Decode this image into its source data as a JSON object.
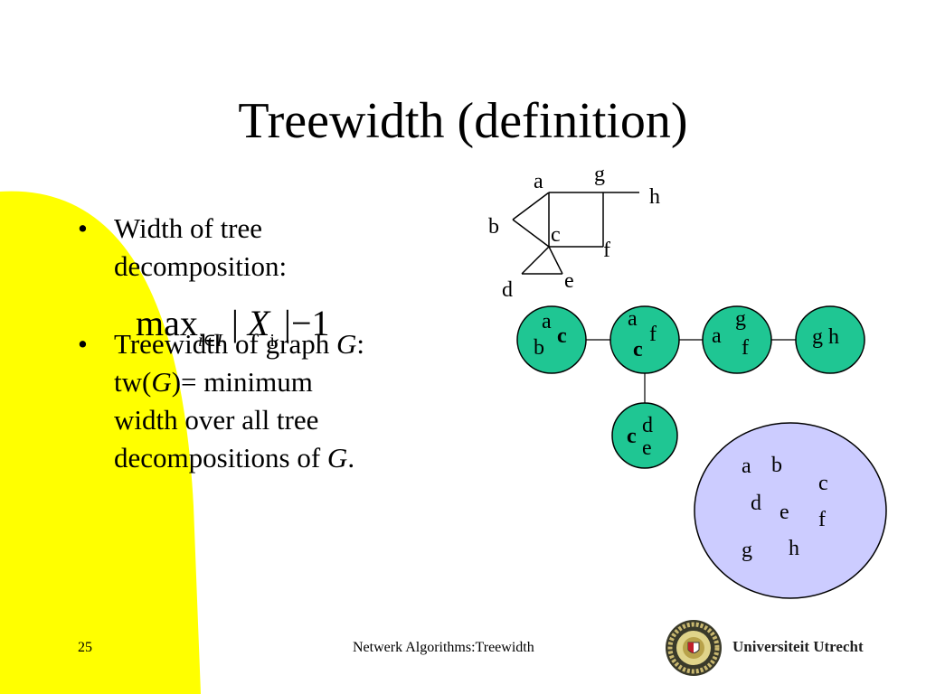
{
  "slide": {
    "title": "Treewidth (definition)",
    "page_number": "25",
    "footer_title": "Netwerk Algorithms:Treewidth",
    "institution": "Universiteit Utrecht"
  },
  "bullets": {
    "b1_line1": "Width of tree",
    "b1_line2": "decomposition:",
    "formula": {
      "op": "max",
      "sub": "i∈I",
      "bar_left": " | ",
      "var": "X",
      "var_sub": "i",
      "bar_right": " |",
      "tail": "−1"
    },
    "b2_line1_pre": "Treewidth of graph ",
    "b2_line1_var": "G",
    "b2_line1_post": ":",
    "b2_line2_pre": "tw(",
    "b2_line2_var": "G",
    "b2_line2_post": ")= minimum",
    "b2_line3": "width over all tree",
    "b2_line4_pre": "decompositions of ",
    "b2_line4_var": "G",
    "b2_line4_post": "."
  },
  "graph": {
    "labels": {
      "a": "a",
      "b": "b",
      "c": "c",
      "d": "d",
      "e": "e",
      "f": "f",
      "g": "g",
      "h": "h"
    }
  },
  "tree_decomposition": {
    "bag1": [
      "a",
      "c",
      "b"
    ],
    "bag2": [
      "a",
      "f",
      "c"
    ],
    "bag3": [
      "g",
      "a",
      "f"
    ],
    "bag4": [
      "g h"
    ],
    "bag5": [
      "c",
      "d",
      "e"
    ]
  },
  "single_bag": [
    "a",
    "b",
    "c",
    "d",
    "e",
    "f",
    "g",
    "h"
  ],
  "colors": {
    "yellow": "#ffff00",
    "bag_fill": "#1fc693",
    "big_bag_fill": "#ccccff"
  }
}
